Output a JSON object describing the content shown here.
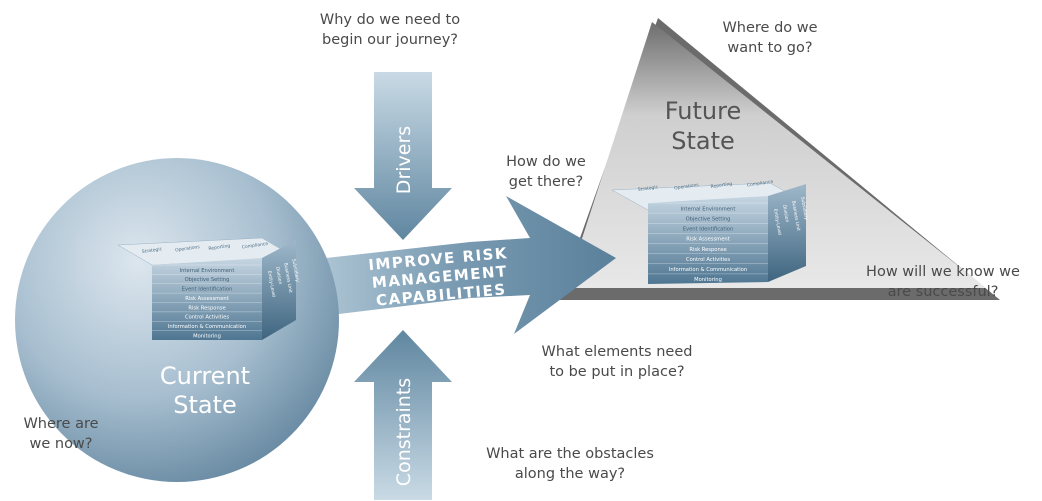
{
  "questions": {
    "why": [
      "Why do we need to",
      "begin our journey?"
    ],
    "where_go": [
      "Where do we",
      "want to go?"
    ],
    "how_get": [
      "How do we",
      "get there?"
    ],
    "how_know": [
      "How will we know we",
      "are successful?"
    ],
    "what_elements": [
      "What elements need",
      "to be put in place?"
    ],
    "obstacles": [
      "What are the obstacles",
      "along the way?"
    ],
    "where_now": [
      "Where are",
      "we now?"
    ]
  },
  "current_state": [
    "Current",
    "State"
  ],
  "future_state": [
    "Future",
    "State"
  ],
  "drivers_label": "Drivers",
  "constraints_label": "Constraints",
  "main_arrow": [
    "IMPROVE RISK",
    "MANAGEMENT",
    "CAPABILITIES"
  ],
  "cube": {
    "top": [
      "Strategic",
      "Operations",
      "Reporting",
      "Compliance"
    ],
    "rows": [
      "Internal Environment",
      "Objective Setting",
      "Event Identification",
      "Risk Assessment",
      "Risk Response",
      "Control Activities",
      "Information & Communication",
      "Monitoring"
    ],
    "side": [
      "Entity-Level",
      "Division",
      "Business Unit",
      "Subsidiary"
    ]
  },
  "colors": {
    "arrow_light": "#a9c2d3",
    "arrow_dark": "#5d839d",
    "circle_light": "#d6e1ea",
    "circle_dark": "#6a8ca7",
    "triangle_light": "#e4e4e4",
    "triangle_dark": "#7a7a7a",
    "text": "#4a4a4a"
  }
}
